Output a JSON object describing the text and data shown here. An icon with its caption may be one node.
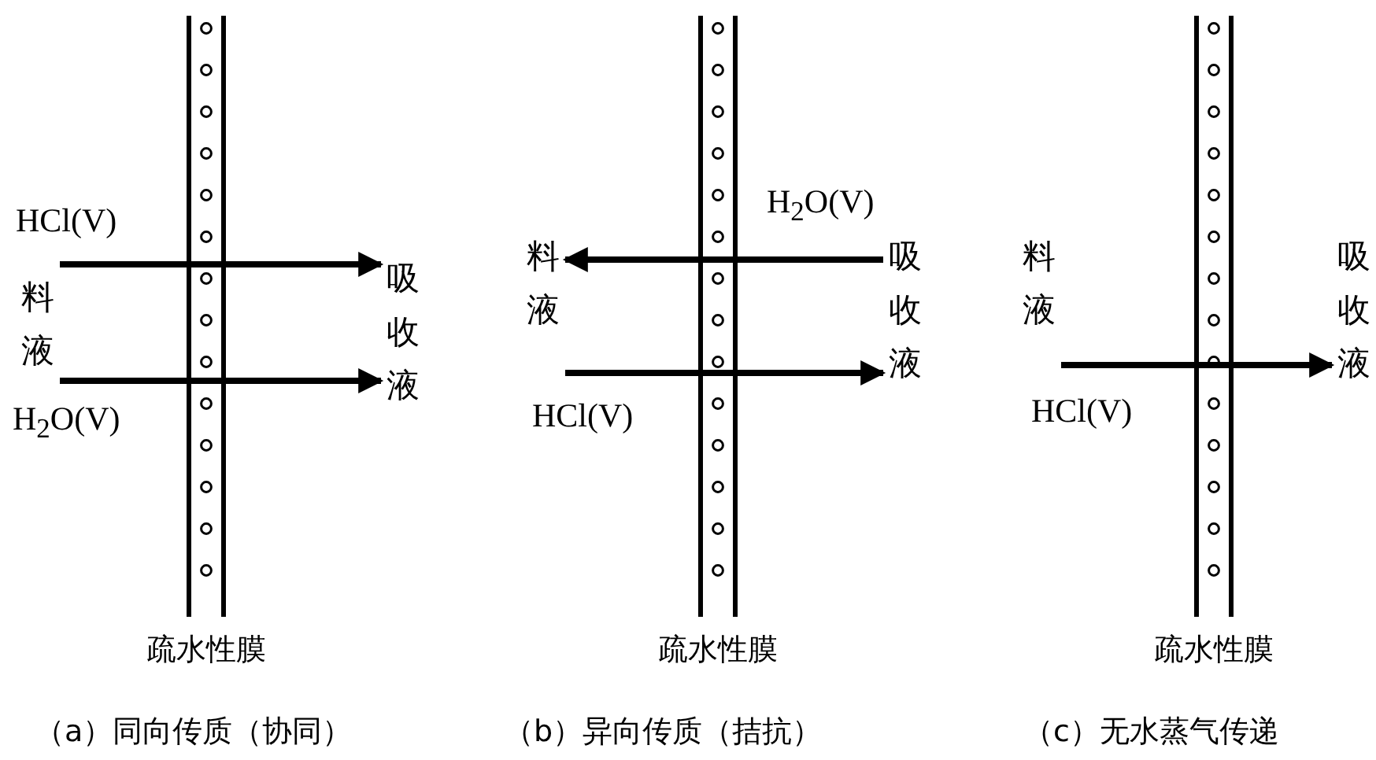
{
  "diagram": {
    "nodes": [
      {
        "text": [
          "料液"
        ]
      },
      {
        "text": [
          "吸收液"
        ]
      },
      {
        "text": [
          "料液"
        ]
      },
      {
        "text": [
          "吸收液"
        ]
      },
      {
        "text": [
          "料液"
        ]
      },
      {
        "text": [
          "吸收液"
        ]
      }
    ],
    "edges": [
      {
        "from": 0,
        "to": 1,
        "arrow": "to",
        "label": "HCl(V)"
      },
      {
        "from": 0,
        "to": 1,
        "arrow": "to",
        "label": "H$_{2}$O(V)"
      },
      {
        "from": 3,
        "to": 2,
        "arrow": "to",
        "label": "H$_{2}$O(V)"
      },
      {
        "from": 2,
        "to": 3,
        "arrow": "to",
        "label": "HCl(V)"
      },
      {
        "from": 4,
        "to": 5,
        "arrow": "to",
        "label": "HCl(V)"
      }
    ],
    "labels": [
      "疏水性膜",
      "疏水性膜",
      "疏水性膜",
      "（a）同向传质（协同）",
      "（b）异向传质（拮抗）",
      "（c）无水蒸气传递"
    ]
  }
}
